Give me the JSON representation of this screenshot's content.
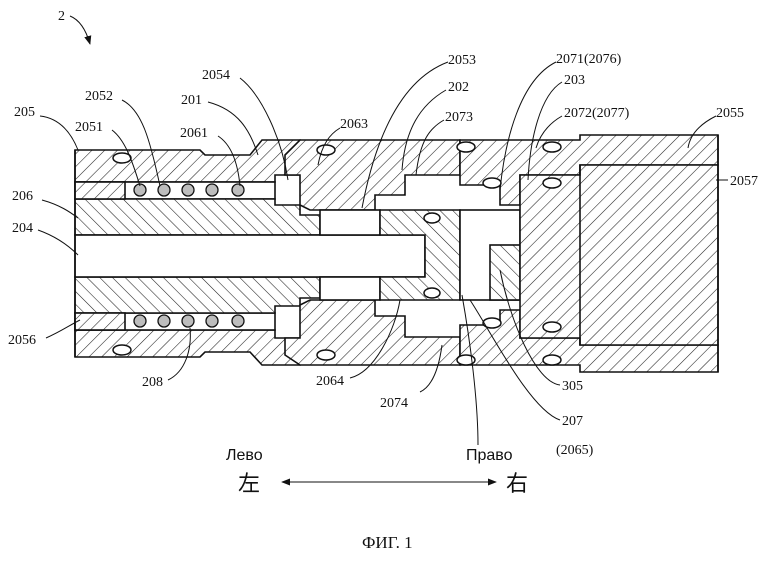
{
  "figure": {
    "assembly_ref": "2",
    "caption": "ФИГ. 1"
  },
  "labels": {
    "l205": "205",
    "l2052": "2052",
    "l2051": "2051",
    "l201": "201",
    "l2061": "2061",
    "l2054": "2054",
    "l2063": "2063",
    "l2053": "2053",
    "l202": "202",
    "l2073": "2073",
    "l2071": "2071(2076)",
    "l203": "203",
    "l2072": "2072(2077)",
    "l2055": "2055",
    "l2057": "2057",
    "l206": "206",
    "l204": "204",
    "l2056": "2056",
    "l208": "208",
    "l2064": "2064",
    "l2074": "2074",
    "l305": "305",
    "l207": "207",
    "l2065": "(2065)"
  },
  "direction": {
    "left_label": "Лево",
    "left_glyph": "左",
    "right_label": "Право",
    "right_glyph": "右"
  }
}
